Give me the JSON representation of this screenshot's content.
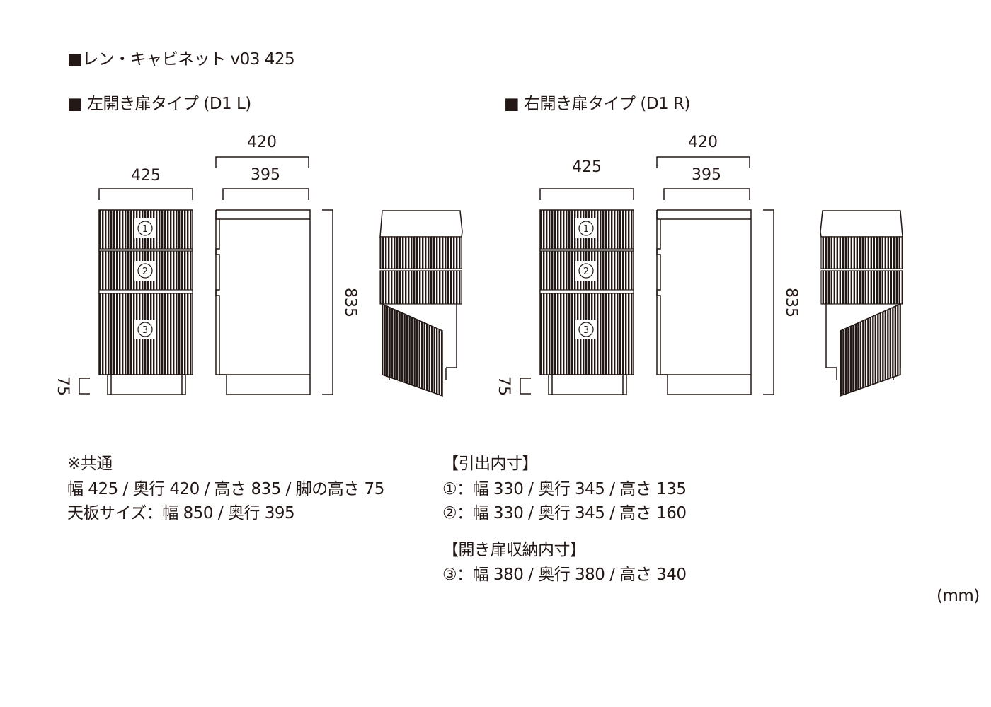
{
  "title": "■レン・キャビネット v03 425",
  "left_type": {
    "label": "■ 左開き扉タイプ (D1 L)",
    "width": "425",
    "depth": "420",
    "top_depth": "395",
    "height": "835",
    "leg": "75",
    "drawer_labels": [
      "①",
      "②",
      "③"
    ]
  },
  "right_type": {
    "label": "■ 右開き扉タイプ (D1 R)",
    "width": "425",
    "depth": "420",
    "top_depth": "395",
    "height": "835",
    "leg": "75",
    "drawer_labels": [
      "①",
      "②",
      "③"
    ]
  },
  "common": {
    "heading": "※共通",
    "line1": "幅 425 / 奥行 420 / 高さ 835 / 脚の高さ 75",
    "line2": "天板サイズ：幅 850 / 奥行 395"
  },
  "drawer_inner": {
    "heading": "【引出内寸】",
    "line1": "①：幅 330 / 奥行 345 / 高さ 135",
    "line2": "②：幅 330 / 奥行 345 / 高さ 160"
  },
  "door_inner": {
    "heading": "【開き扉収納内寸】",
    "line1": "③：幅 380 / 奥行 380 / 高さ 340"
  },
  "unit": "(mm)"
}
